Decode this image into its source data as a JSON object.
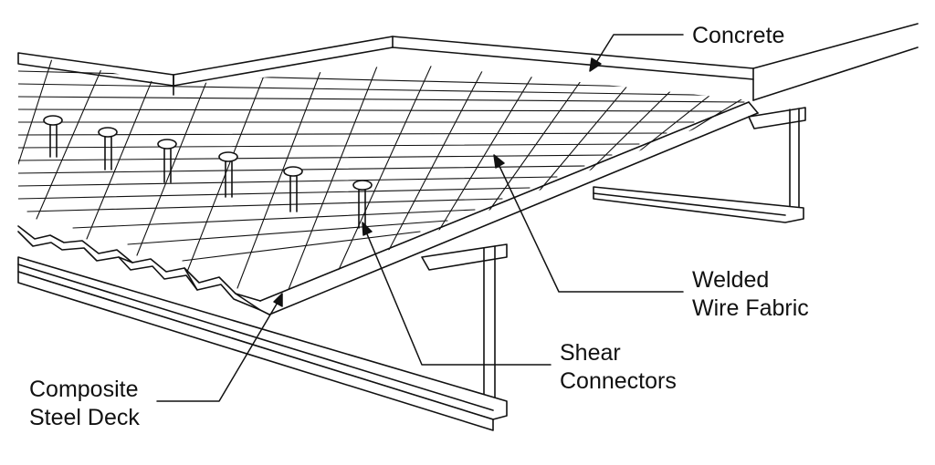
{
  "colors": {
    "ink": "#111111",
    "background": "#ffffff"
  },
  "labels": {
    "concrete": "Concrete",
    "welded_wire_fabric": [
      "Welded",
      "Wire Fabric"
    ],
    "shear_connectors": [
      "Shear",
      "Connectors"
    ],
    "composite_steel_deck": [
      "Composite",
      "Steel Deck"
    ]
  }
}
